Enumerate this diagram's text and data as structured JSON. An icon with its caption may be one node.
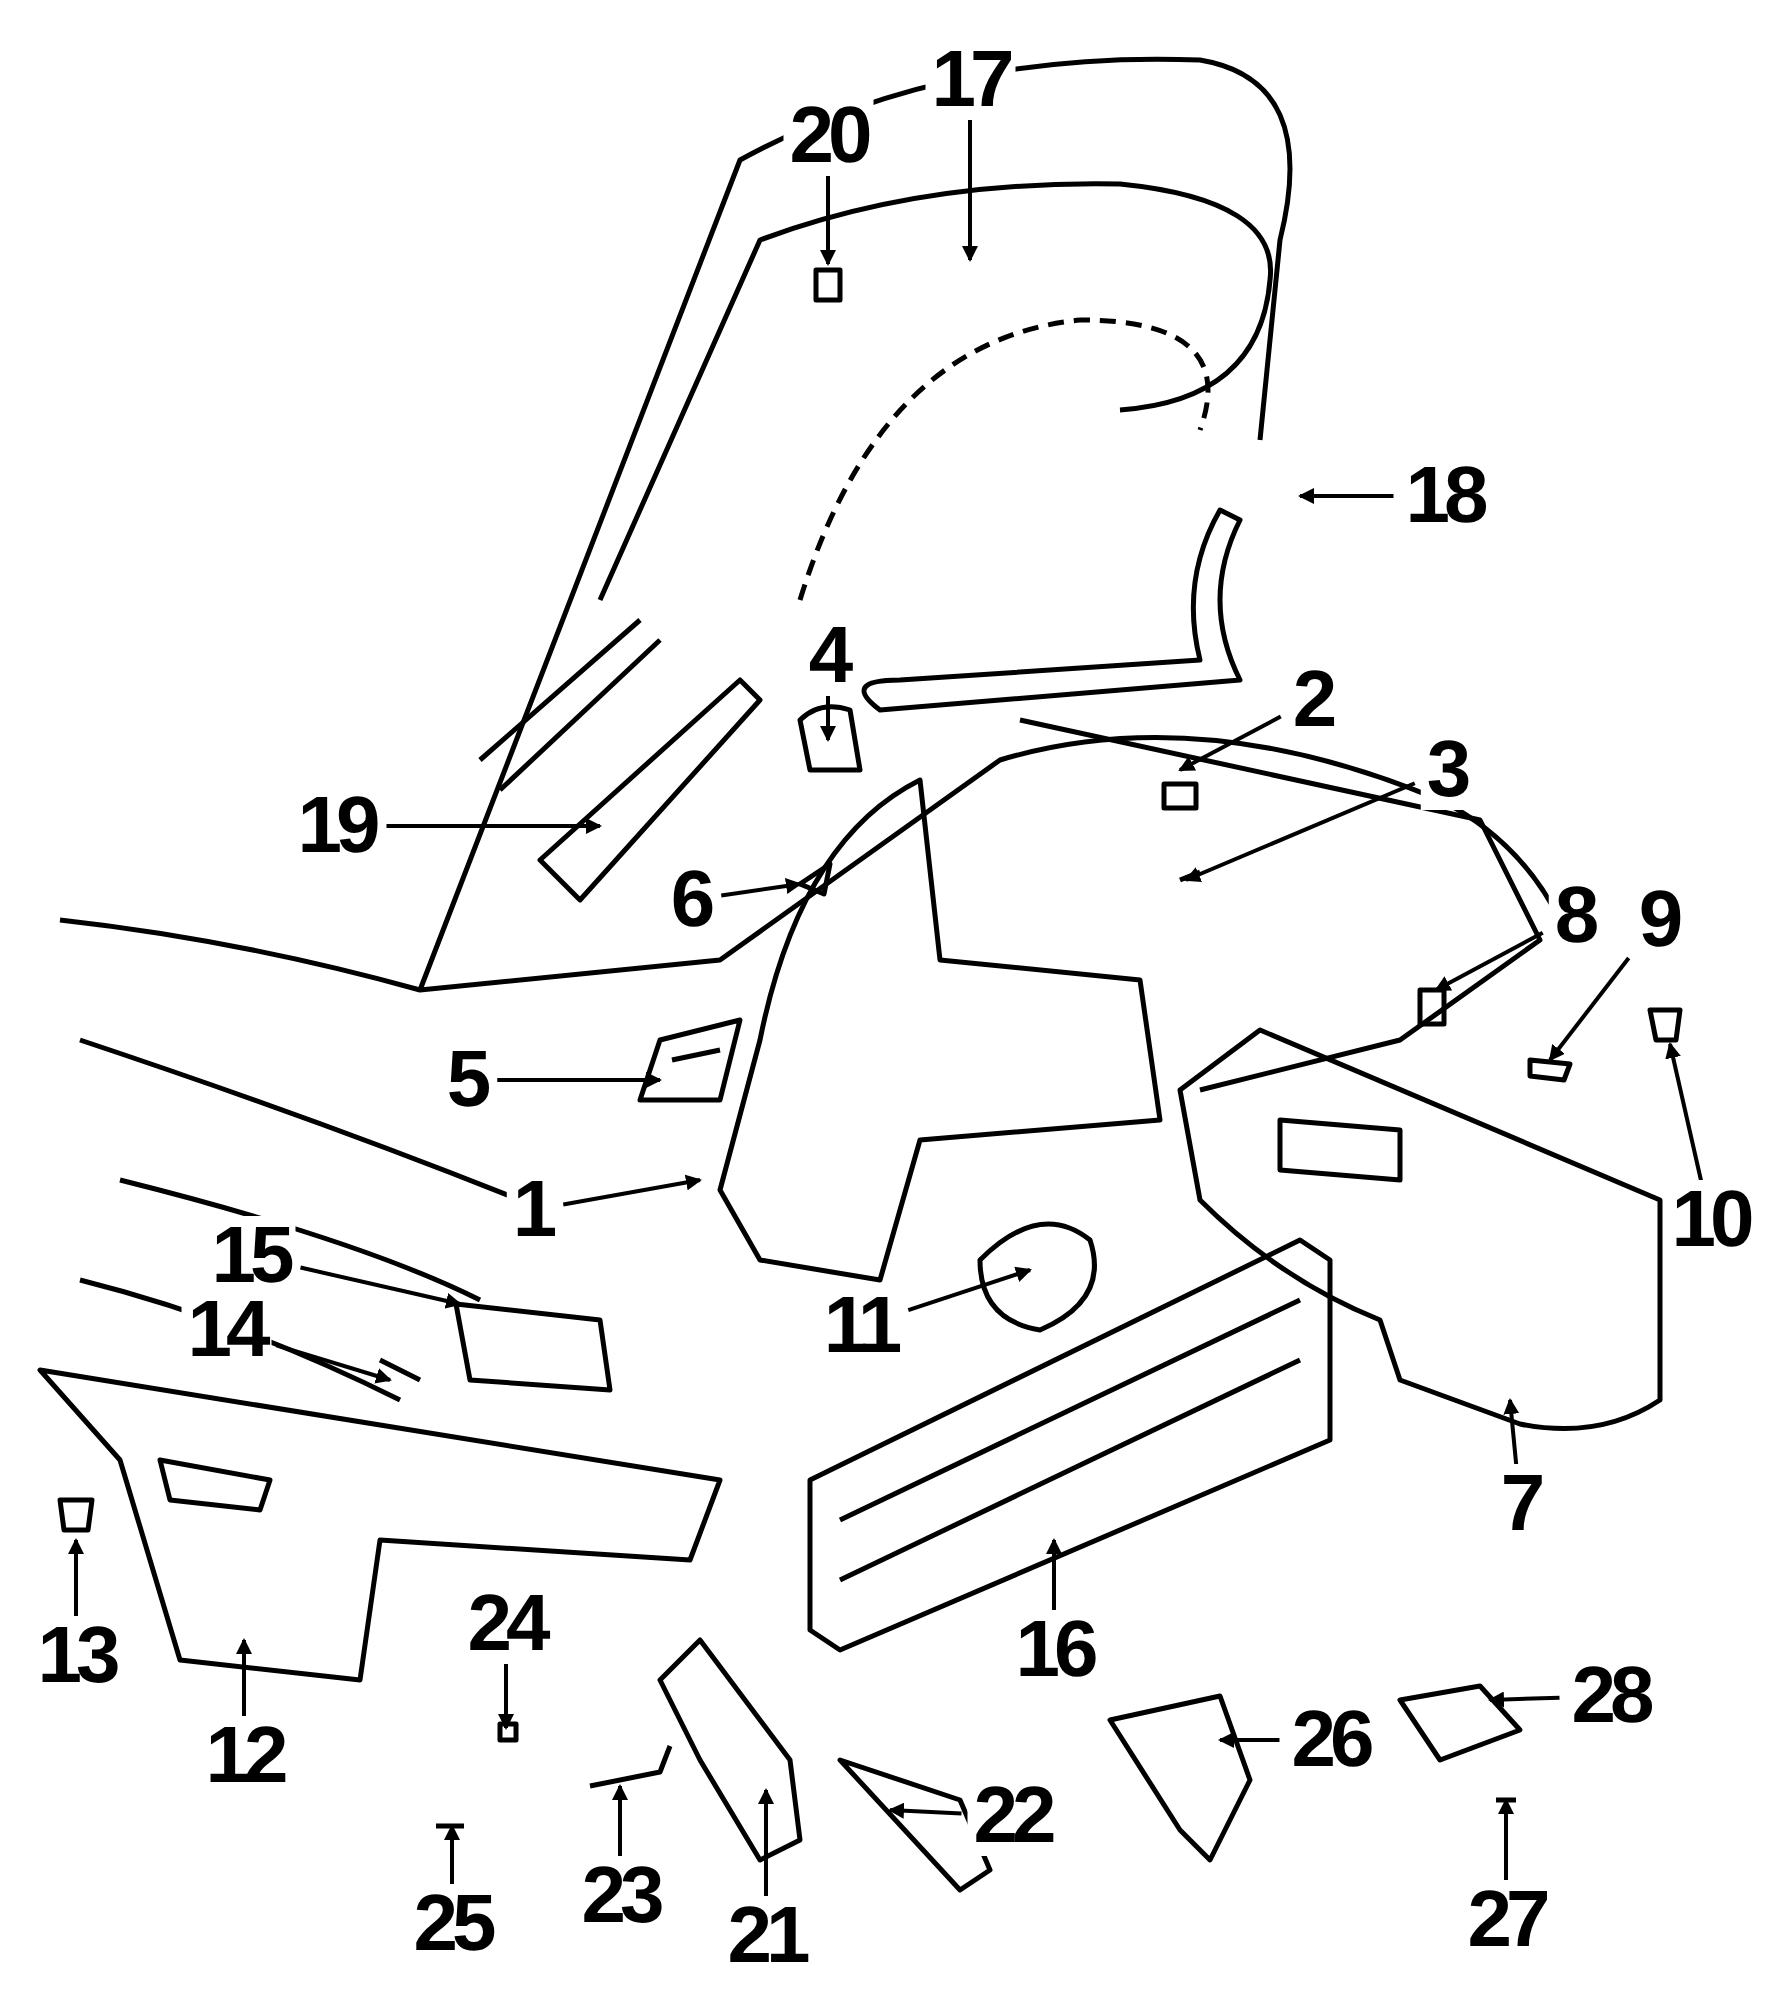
{
  "diagram": {
    "nodes": [
      {
        "text": [
          "1"
        ]
      },
      {
        "text": [
          "2"
        ]
      },
      {
        "text": [
          "3"
        ]
      },
      {
        "text": [
          "4"
        ]
      },
      {
        "text": [
          "5"
        ]
      },
      {
        "text": [
          "6"
        ]
      },
      {
        "text": [
          "7"
        ]
      },
      {
        "text": [
          "8"
        ]
      },
      {
        "text": [
          "9"
        ]
      },
      {
        "text": [
          "10"
        ]
      },
      {
        "text": [
          "11"
        ]
      },
      {
        "text": [
          "12"
        ]
      },
      {
        "text": [
          "13"
        ]
      },
      {
        "text": [
          "14"
        ]
      },
      {
        "text": [
          "15"
        ]
      },
      {
        "text": [
          "16"
        ]
      },
      {
        "text": [
          "17"
        ]
      },
      {
        "text": [
          "18"
        ]
      },
      {
        "text": [
          "19"
        ]
      },
      {
        "text": [
          "20"
        ]
      },
      {
        "text": [
          "21"
        ]
      },
      {
        "text": [
          "22"
        ]
      },
      {
        "text": [
          "23"
        ]
      },
      {
        "text": [
          "24"
        ]
      },
      {
        "text": [
          "25"
        ]
      },
      {
        "text": [
          "26"
        ]
      },
      {
        "text": [
          "27"
        ]
      },
      {
        "text": [
          "28"
        ]
      }
    ],
    "edges": [
      {
        "from": 0,
        "to": null,
        "arrow": "to"
      },
      {
        "from": 1,
        "to": null,
        "arrow": "to"
      },
      {
        "from": 2,
        "to": null,
        "arrow": "to"
      },
      {
        "from": 3,
        "to": null,
        "arrow": "to"
      },
      {
        "from": 4,
        "to": null,
        "arrow": "to"
      },
      {
        "from": 5,
        "to": null,
        "arrow": "to"
      },
      {
        "from": 6,
        "to": null,
        "arrow": "to"
      },
      {
        "from": 7,
        "to": null,
        "arrow": "to"
      },
      {
        "from": 8,
        "to": null,
        "arrow": "to"
      },
      {
        "from": 9,
        "to": null,
        "arrow": "to"
      },
      {
        "from": 10,
        "to": null,
        "arrow": "to"
      },
      {
        "from": 11,
        "to": null,
        "arrow": "to"
      },
      {
        "from": 12,
        "to": null,
        "arrow": "to"
      },
      {
        "from": 13,
        "to": null,
        "arrow": "to"
      },
      {
        "from": 14,
        "to": null,
        "arrow": "to"
      },
      {
        "from": 15,
        "to": null,
        "arrow": "to"
      },
      {
        "from": 16,
        "to": null,
        "arrow": "to"
      },
      {
        "from": 17,
        "to": null,
        "arrow": "to"
      },
      {
        "from": 18,
        "to": null,
        "arrow": "to"
      },
      {
        "from": 19,
        "to": null,
        "arrow": "to"
      },
      {
        "from": 20,
        "to": null,
        "arrow": "to"
      },
      {
        "from": 21,
        "to": null,
        "arrow": "to"
      },
      {
        "from": 22,
        "to": null,
        "arrow": "to"
      },
      {
        "from": 23,
        "to": null,
        "arrow": "to"
      },
      {
        "from": 24,
        "to": null,
        "arrow": "to"
      },
      {
        "from": 25,
        "to": null,
        "arrow": "to"
      },
      {
        "from": 26,
        "to": null,
        "arrow": "to"
      },
      {
        "from": 27,
        "to": null,
        "arrow": "to"
      }
    ]
  }
}
